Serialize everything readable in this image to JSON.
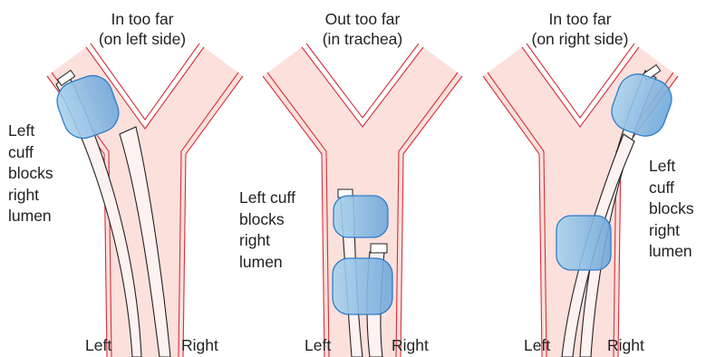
{
  "panels": [
    {
      "title_line1": "In too far",
      "title_line2": "(on left side)",
      "note_lines": [
        "Left",
        "cuff",
        "blocks",
        "right",
        "lumen"
      ],
      "left_label": "Left",
      "right_label": "Right"
    },
    {
      "title_line1": "Out too far",
      "title_line2": "(in trachea)",
      "note_lines": [
        "Left cuff",
        "blocks",
        "right",
        "lumen"
      ],
      "left_label": "Left",
      "right_label": "Right"
    },
    {
      "title_line1": "In too far",
      "title_line2": "(on right side)",
      "note_lines": [
        "Left",
        "cuff",
        "blocks",
        "right",
        "lumen"
      ],
      "left_label": "Left",
      "right_label": "Right"
    }
  ],
  "colors": {
    "airway_fill": "#fbe0dc",
    "airway_wall": "#d3303a",
    "tube_fill": "#fdf2f2",
    "cuff_light": "#a9d2ee",
    "cuff_dark": "#6ea7da",
    "cuff_edge": "#2f7dc6"
  }
}
